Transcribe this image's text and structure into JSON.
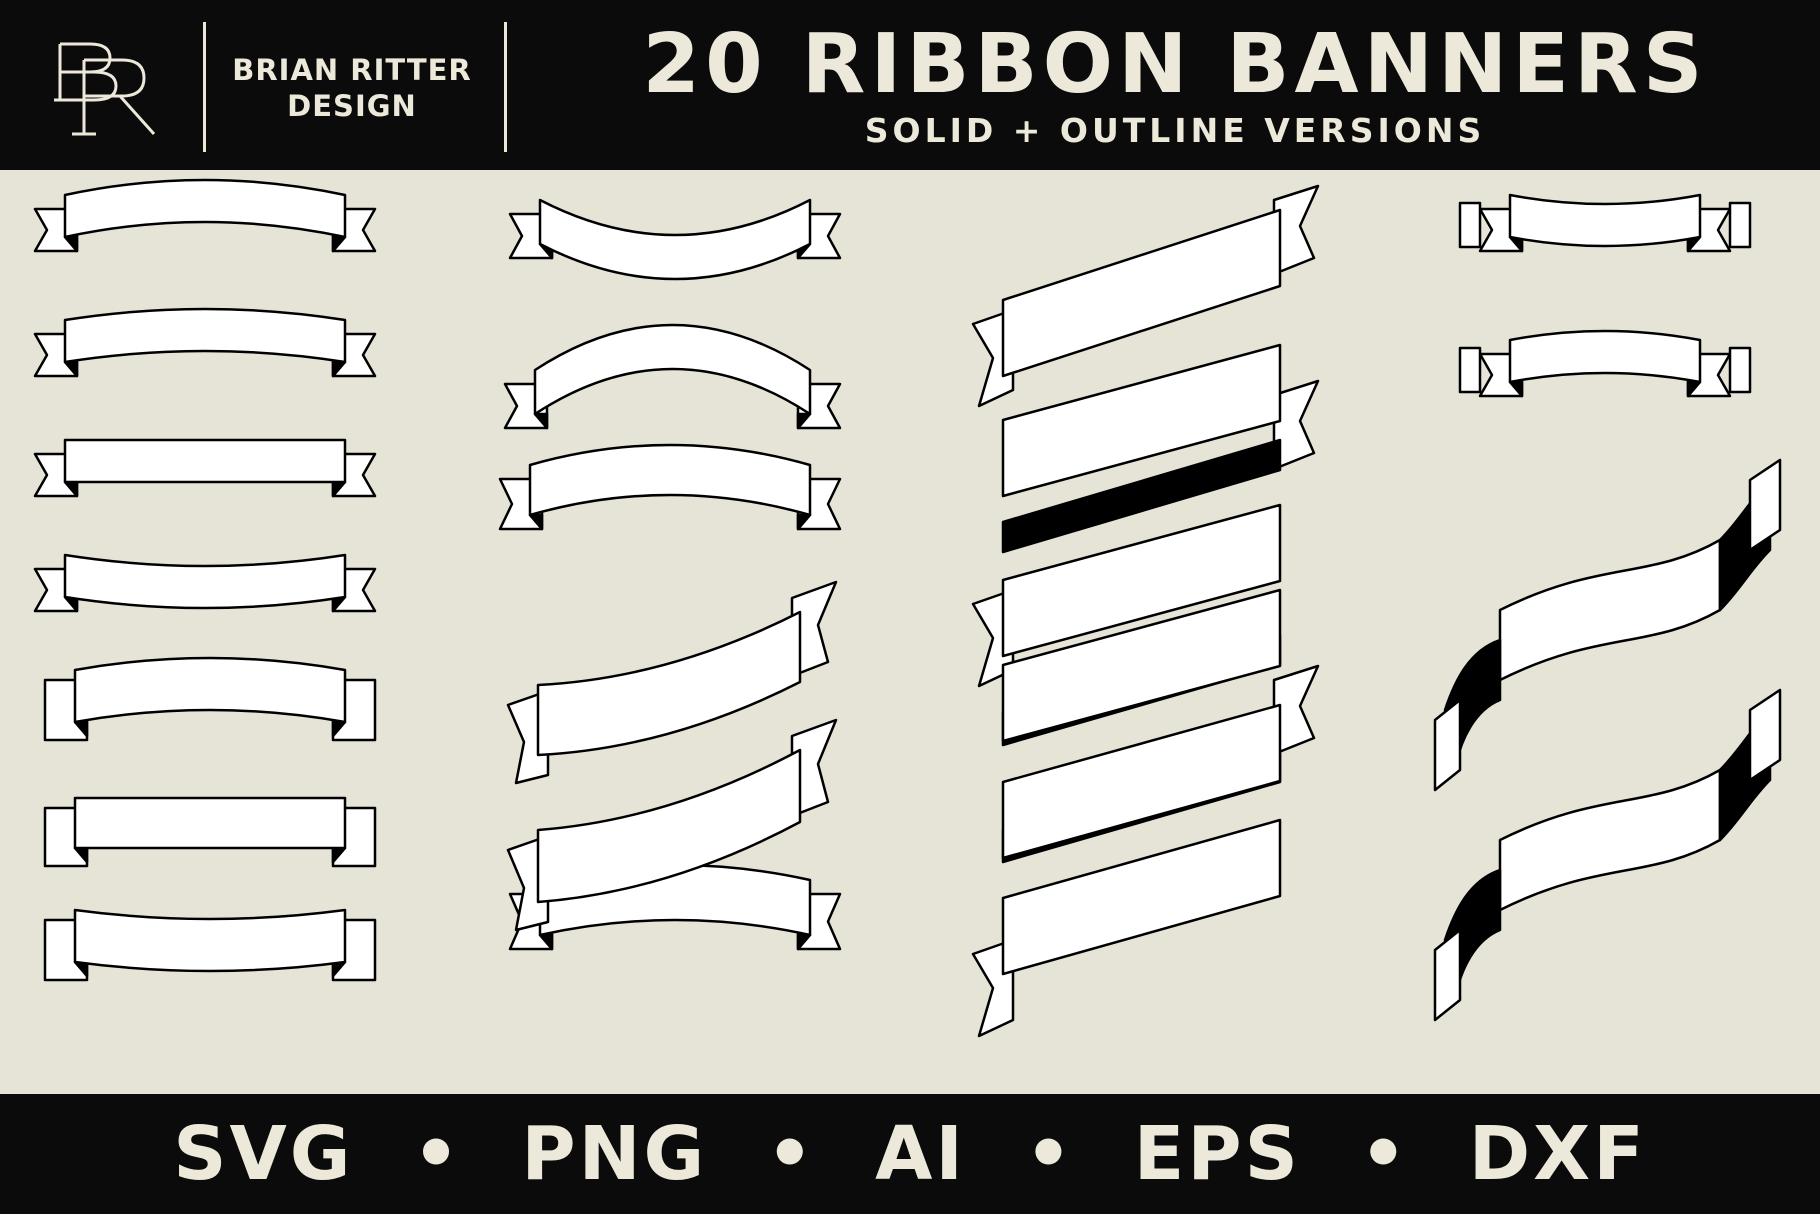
{
  "header": {
    "logo": {
      "monogram": "BR",
      "icon": "br-monogram-logo"
    },
    "brand": "BRIAN RITTER DESIGN",
    "title": "20 RIBBON BANNERS",
    "subtitle": "SOLID + OUTLINE VERSIONS"
  },
  "formats": [
    "SVG",
    "PNG",
    "AI",
    "EPS",
    "DXF"
  ],
  "separator": "•",
  "colors": {
    "background": "#e6e3d7",
    "bar": "#0b0b0b",
    "text": "#ece8da",
    "ribbon_fill": "#ffffff",
    "ribbon_stroke": "#000000"
  },
  "banners": {
    "count": 20,
    "columns": [
      {
        "styles": [
          "wave",
          "arc-down",
          "straight",
          "arc-up",
          "arc-down-flat-tail",
          "straight-flat-tail",
          "arc-up-flat-tail"
        ]
      },
      {
        "styles": [
          "arc-up-notched",
          "arc-down-notched",
          "arc-down",
          "diagonal-wave",
          "diagonal-wave",
          "arc-down"
        ]
      },
      {
        "styles": [
          "diagonal-single",
          "diagonal-double",
          "diagonal-triple"
        ]
      },
      {
        "styles": [
          "scroll-arc-up",
          "scroll-arc-down",
          "spiral-wave",
          "spiral-wave"
        ]
      }
    ]
  }
}
